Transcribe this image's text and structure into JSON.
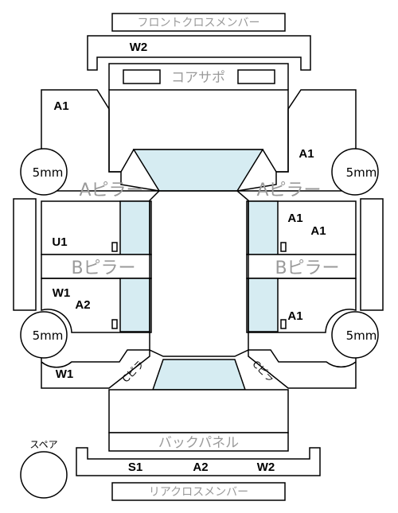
{
  "labels": {
    "front_cross_member": "フロントクロスメンバー",
    "core_support": "コアサポ",
    "rear_cross_member": "リアクロスメンバー",
    "back_panel": "バックパネル",
    "a_pillar": "Aピラー",
    "b_pillar": "Bピラー",
    "spare": "スペア",
    "five_mm": "5mm",
    "c_pillar": "Cピラ"
  },
  "grades": {
    "front_w2": "W2",
    "left_front_fender": "A1",
    "right_front_fender": "A1",
    "right_front_door_1": "A1",
    "right_front_door_2": "A1",
    "left_front_door": "U1",
    "left_rear_door_w": "W1",
    "left_rear_door_a": "A2",
    "right_rear_door": "A1",
    "left_quarter": "W1",
    "rear_s1": "S1",
    "rear_a2": "A2",
    "rear_w2": "W2"
  }
}
